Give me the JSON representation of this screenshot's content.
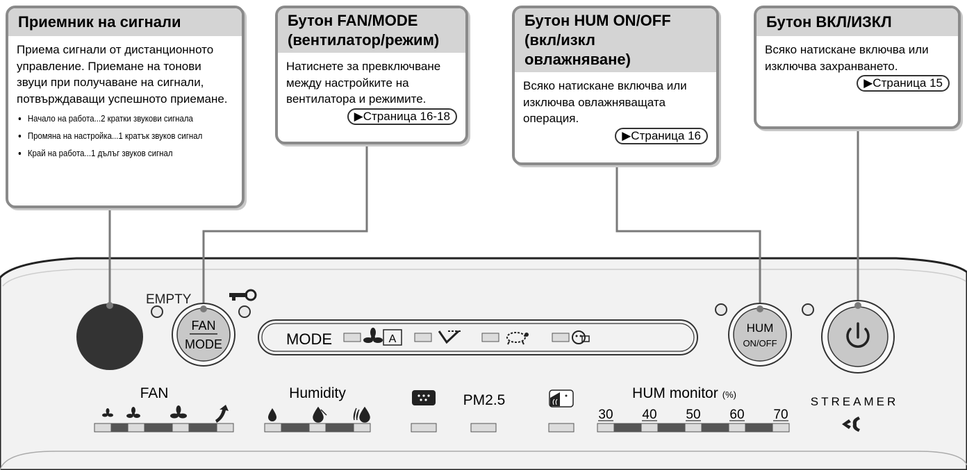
{
  "callouts": {
    "receiver": {
      "title": "Приемник на сигнали",
      "text": "Приема сигнали от дистанционното управление. Приемане на тонови звуци при получаване на сигнали, потвърждаващи успешното приемане.",
      "bullets": [
        "Начало на работа...2 кратки звукови сигнала",
        "Промяна на настройка...1 кратък звуков сигнал",
        "Край на работа...1 дълъг звуков сигнал"
      ]
    },
    "fan_mode": {
      "title_line1": "Бутон FAN/MODE",
      "title_line2": "(вентилатор/режим)",
      "text": "Натиснете за превключване между настройките на вентилатора и режимите.",
      "page_ref": "▶Страница 16-18"
    },
    "hum": {
      "title_line1": "Бутон HUM ON/OFF",
      "title_line2": "(вкл/изкл",
      "title_line3": "овлажняване)",
      "text": "Всяко натискане включва или изключва овлажняващата операция.",
      "page_ref": "▶Страница 16"
    },
    "power": {
      "title": "Бутон ВКЛ/ИЗКЛ",
      "text": "Всяко натискане включва или изключва захранването.",
      "page_ref": "▶Страница 15"
    }
  },
  "panel": {
    "empty_label": "EMPTY",
    "fan_button_top": "FAN",
    "fan_button_bottom": "MODE",
    "mode_label": "MODE",
    "mode_auto_glyph": "A",
    "hum_button_top": "HUM",
    "hum_button_bottom": "ON/OFF",
    "fan_label": "FAN",
    "humidity_label": "Humidity",
    "pm_label": "PM2.5",
    "hum_monitor_label": "HUM monitor",
    "hum_monitor_unit": "(%)",
    "hum_monitor_scale": [
      "30",
      "40",
      "50",
      "60",
      "70"
    ],
    "streamer_label": "STREAMER",
    "colors": {
      "panel_background": "#f2f2f2",
      "indicator_light": "#dcdcdc",
      "indicator_dark": "#555555",
      "button_gray": "#c8c8c8",
      "receiver": "#333333"
    }
  }
}
